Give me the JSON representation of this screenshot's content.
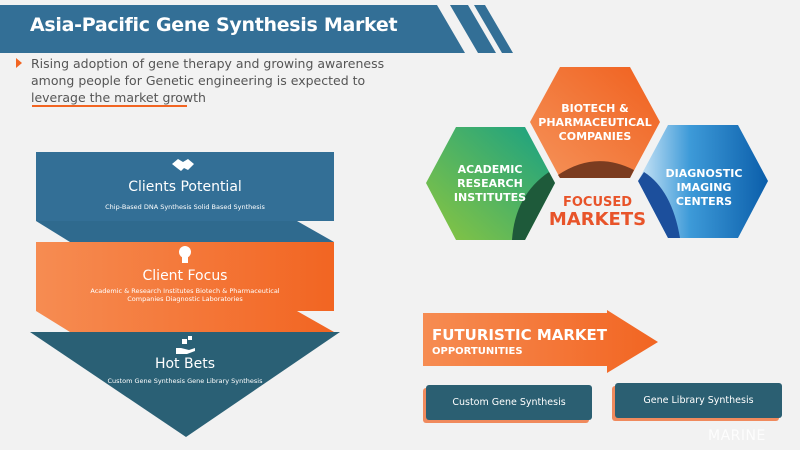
{
  "header": {
    "title": "Asia-Pacific Gene Synthesis Market"
  },
  "intro": {
    "text": "Rising adoption of gene therapy and growing awareness among people for Genetic engineering is expected to leverage the market growth"
  },
  "funnel": [
    {
      "title": "Clients Potential",
      "subtitle": "Chip-Based DNA Synthesis Solid Based Synthesis",
      "icon": "handshake-icon",
      "color": "#336f96"
    },
    {
      "title": "Client Focus",
      "subtitle": "Academic & Research Institutes Biotech & Pharmaceutical Companies Diagnostic Laboratories",
      "icon": "lightbulb-icon",
      "color": "#f26a2e"
    },
    {
      "title": "Hot Bets",
      "subtitle": "Custom Gene Synthesis Gene Library Synthesis",
      "icon": "hand-dice-icon",
      "color": "#2a6075"
    }
  ],
  "focused_markets": {
    "label_line1": "FOCUSED",
    "label_line2": "MARKETS",
    "segments": [
      {
        "label": "BIOTECH & PHARMACEUTICAL COMPANIES",
        "color": "#f26a2e"
      },
      {
        "label": "ACADEMIC RESEARCH INSTITUTES",
        "color": "#3aa556"
      },
      {
        "label": "DIAGNOSTIC IMAGING CENTERS",
        "color": "#1f78c1"
      }
    ]
  },
  "opportunities": {
    "title_line1": "FUTURISTIC MARKET",
    "title_line2": "OPPORTUNITIES",
    "items": [
      "Custom Gene Synthesis",
      "Gene Library Synthesis"
    ]
  },
  "watermark": "MARINE"
}
